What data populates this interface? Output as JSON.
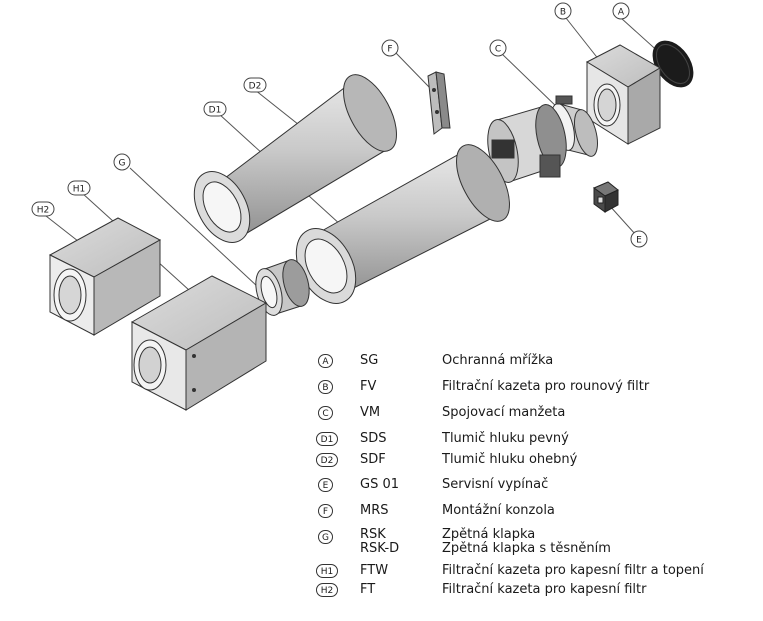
{
  "callouts": {
    "A": "A",
    "B": "B",
    "C": "C",
    "D1": "D1",
    "D2": "D2",
    "E": "E",
    "F": "F",
    "G": "G",
    "H1": "H1",
    "H2": "H2"
  },
  "legend": [
    {
      "badge": "A",
      "code": "SG",
      "desc": "Ochranná mřížka"
    },
    {
      "badge": "B",
      "code": "FV",
      "desc": "Filtrační kazeta pro rounový filtr"
    },
    {
      "badge": "C",
      "code": "VM",
      "desc": "Spojovací manžeta"
    },
    {
      "badge": "D1",
      "code": "SDS",
      "desc": "Tlumič hluku pevný"
    },
    {
      "badge": "D2",
      "code": "SDF",
      "desc": "Tlumič hluku ohebný"
    },
    {
      "badge": "E",
      "code": "GS 01",
      "desc": "Servisní vypínač"
    },
    {
      "badge": "F",
      "code": "MRS",
      "desc": "Montážní konzola"
    },
    {
      "badge": "G",
      "code": "RSK",
      "desc": "Zpětná klapka",
      "code2": "RSK-D",
      "desc2": "Zpětná klapka s těsněním"
    },
    {
      "badge": "H1",
      "code": "FTW",
      "desc": "Filtrační kazeta pro kapesní filtr a topení"
    },
    {
      "badge": "H2",
      "code": "FT",
      "desc": "Filtrační kazeta pro kapesní filtr"
    }
  ]
}
